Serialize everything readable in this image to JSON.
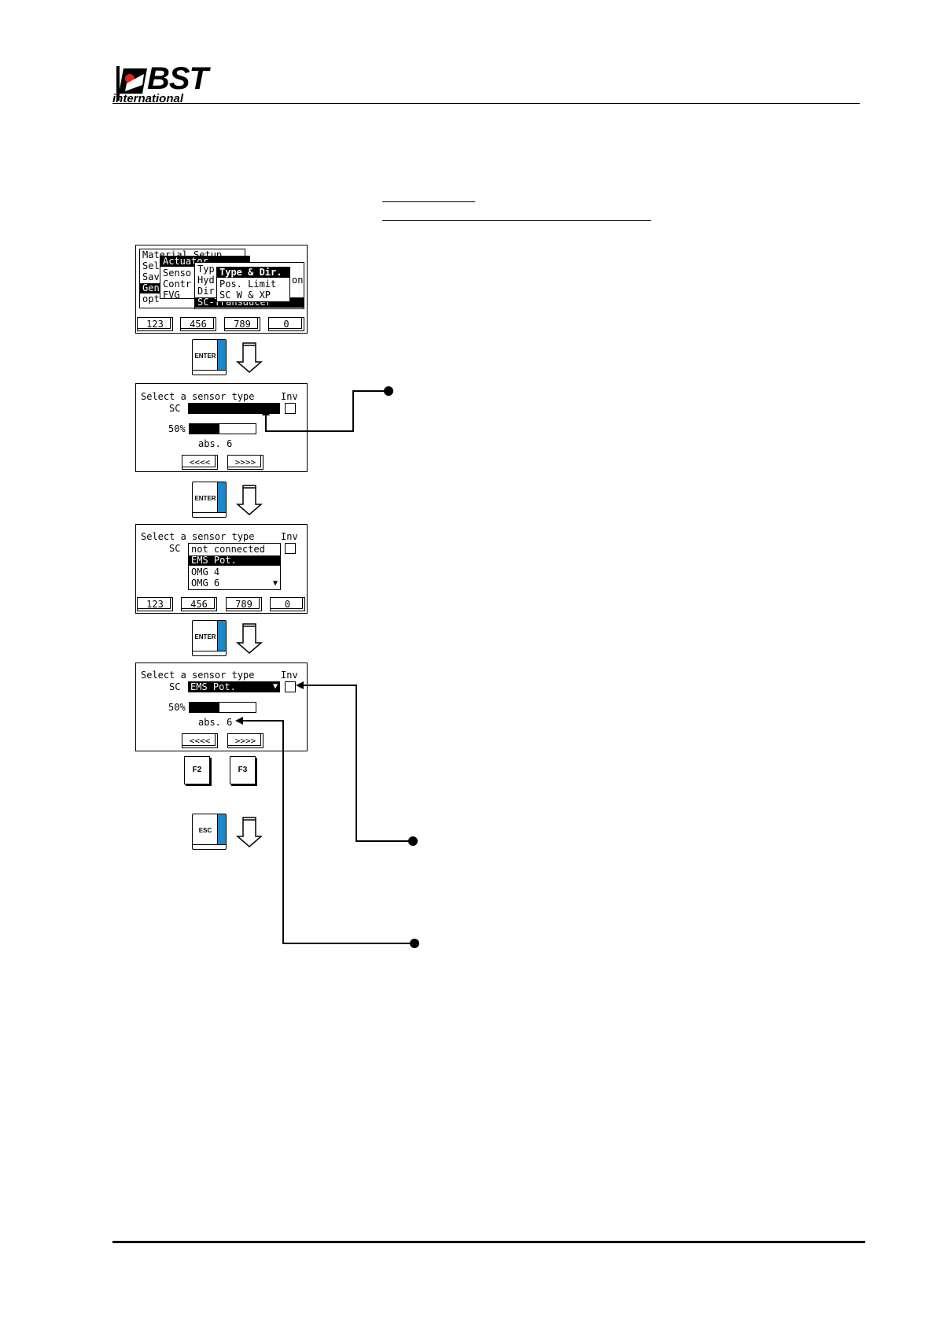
{
  "logo": {
    "brand": "BST",
    "sub": "international"
  },
  "screen1": {
    "main_menu": [
      "Material Setup",
      "Sel",
      "Sav",
      "Gen",
      "opt"
    ],
    "main_selected_index": 3,
    "sub1_title": "Actuator",
    "sub1_items": [
      "Senso",
      "Contr",
      "FVG"
    ],
    "sub2_items": [
      "Typ",
      "Hyd",
      "Dir",
      "SC-Transducer"
    ],
    "sub2_fragment": "on",
    "sub3_items": [
      "Type & Dir.",
      "Pos. Limit",
      "SC W & XP"
    ],
    "softkeys": [
      "123",
      "456",
      "789",
      "0"
    ]
  },
  "screen2": {
    "title": "Select a sensor type",
    "inv": "Inv",
    "sc": "SC",
    "percent_label": "50%",
    "level": 0.45,
    "abs_label": "abs. 6",
    "nav": [
      "<<<<",
      ">>>>"
    ]
  },
  "screen3": {
    "title": "Select a sensor type",
    "inv": "Inv",
    "sc": "SC",
    "options": [
      "not connected",
      "EMS Pot.",
      "OMG 4",
      "OMG 6"
    ],
    "selected_index": 1,
    "softkeys": [
      "123",
      "456",
      "789",
      "0"
    ]
  },
  "screen4": {
    "title": "Select a sensor type",
    "inv": "Inv",
    "sc": "SC",
    "selected": "EMS Pot.",
    "percent_label": "50%",
    "level": 0.45,
    "abs_label": "abs. 6",
    "nav": [
      "<<<<",
      ">>>>"
    ]
  },
  "keys": {
    "enter": "ENTER",
    "esc": "ESC",
    "f2": "F2",
    "f3": "F3"
  },
  "icons": {
    "arrow": "down-arrow-icon",
    "pointer": "callout-dot-icon"
  },
  "colors": {
    "key_accent": "#1f86c9"
  }
}
